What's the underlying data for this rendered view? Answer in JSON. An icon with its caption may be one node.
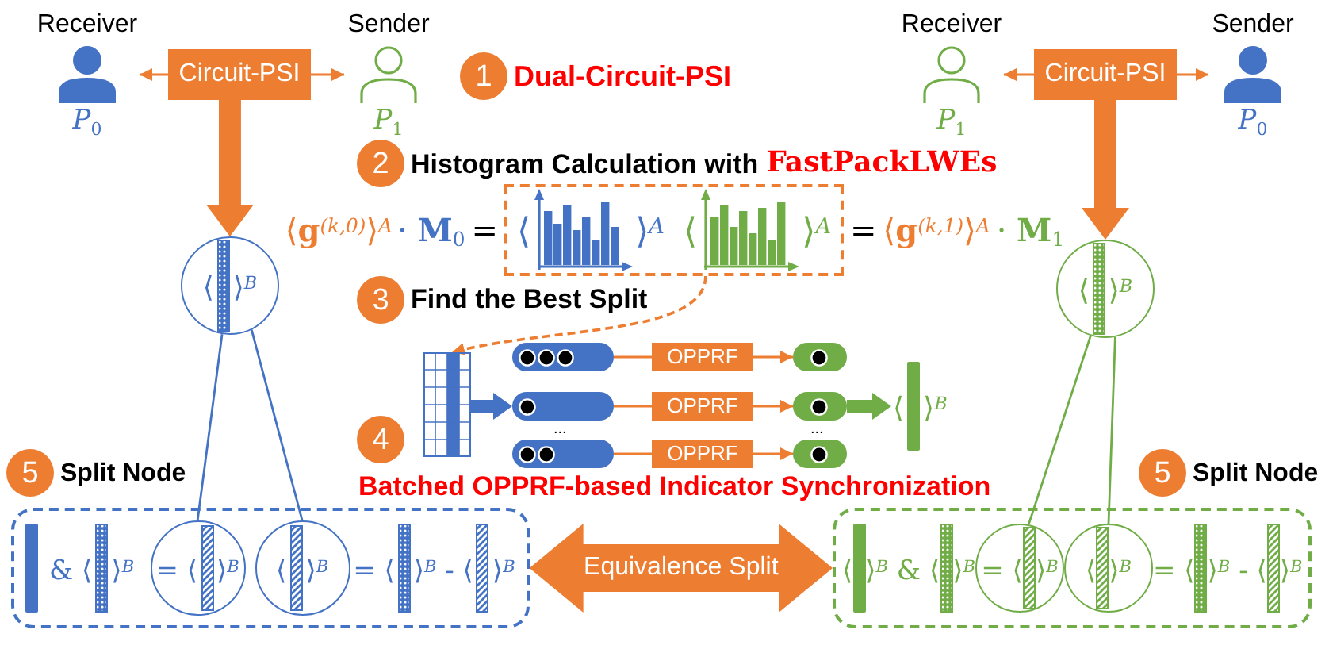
{
  "diagram": {
    "nodes": [
      {
        "text": [
          "Receiver",
          "P$_{0}$"
        ]
      },
      {
        "text": [
          "Circuit-PSI"
        ]
      },
      {
        "text": [
          "Sender",
          "P$_{1}$"
        ]
      },
      {
        "text": [
          "1"
        ],
        "beside": [
          "Dual-Circuit-PSI"
        ]
      },
      {
        "text": [
          "Receiver",
          "P$_{1}$"
        ]
      },
      {
        "text": [
          "Circuit-PSI"
        ]
      },
      {
        "text": [
          "Sender",
          "P$_{0}$"
        ]
      },
      {
        "text": [
          "2"
        ],
        "beside": [
          "Histogram Calculation with",
          "FastPackLWEs"
        ]
      },
      {
        "text": [
          "⟨",
          "⟩$^{A}$",
          "⟨",
          "⟩$^{A}$"
        ]
      },
      {
        "text": [
          "⟨",
          "⟩$^{B}$"
        ]
      },
      {
        "text": [
          "⟨",
          "⟩$^{B}$"
        ]
      },
      {
        "text": [
          "3"
        ],
        "beside": [
          "Find the Best Split"
        ]
      },
      {
        "text": [],
        "shape": "picture"
      },
      {
        "text": [],
        "shape": "box"
      },
      {
        "text": [
          "OPPRF"
        ]
      },
      {
        "text": [],
        "shape": "box"
      },
      {
        "text": [],
        "shape": "box"
      },
      {
        "text": [
          "OPPRF"
        ]
      },
      {
        "text": [],
        "shape": "box"
      },
      {
        "text": [
          "⟨",
          "⟩$^{B}$"
        ]
      },
      {
        "text": [
          "4"
        ],
        "beside": [
          "Batched OPPRF-based Indicator Synchronization"
        ]
      },
      {
        "text": [],
        "shape": "box"
      },
      {
        "text": [
          "OPPRF"
        ]
      },
      {
        "text": [],
        "shape": "box"
      },
      {
        "text": [
          "5"
        ],
        "beside": [
          "Split Node"
        ]
      },
      {
        "text": [
          "5"
        ],
        "beside": [
          "Split Node"
        ]
      },
      {
        "text": [
          "& ⟨",
          "⟩$^{B}$",
          "= ⟨",
          "⟩$^{B}$ - ⟨",
          "⟩$^{B}$"
        ]
      },
      {
        "text": [
          "= ⟨",
          "⟩$^{B}$"
        ],
        "in": 26
      },
      {
        "text": [
          "⟨",
          "⟩$^{B}$"
        ],
        "in": 26
      },
      {
        "text": [
          "⟨",
          "⟩$^{B}$ & ⟨",
          "⟩$^{B}$",
          "= ⟨",
          "⟩$^{B}$ - ⟨",
          "⟩$^{B}$"
        ]
      },
      {
        "text": [
          "= ⟨",
          "⟩$^{B}$"
        ],
        "in": 29
      },
      {
        "text": [
          "⟨",
          "⟩$^{B}$"
        ],
        "in": 29
      }
    ],
    "edges": [
      {
        "from": 1,
        "to": 0,
        "arrow": "to"
      },
      {
        "from": 1,
        "to": 2,
        "arrow": "to"
      },
      {
        "from": 5,
        "to": 4,
        "arrow": "to"
      },
      {
        "from": 5,
        "to": 6,
        "arrow": "to"
      },
      {
        "from": 1,
        "to": 9,
        "arrow": "to",
        "style": "thick"
      },
      {
        "from": 5,
        "to": 10,
        "arrow": "to",
        "style": "thick"
      },
      {
        "from": 8,
        "to": 12,
        "arrow": "to",
        "style": "dashed"
      },
      {
        "from": 12,
        "to": 16,
        "arrow": "to",
        "style": "thick",
        "color": "#4472c4"
      },
      {
        "from": 13,
        "to": 14,
        "arrow": "none"
      },
      {
        "from": 14,
        "to": 15,
        "arrow": "to"
      },
      {
        "from": 16,
        "to": 17,
        "arrow": "none"
      },
      {
        "from": 17,
        "to": 18,
        "arrow": "to"
      },
      {
        "from": 21,
        "to": 22,
        "arrow": "none"
      },
      {
        "from": 22,
        "to": 23,
        "arrow": "to"
      },
      {
        "from": 18,
        "to": 19,
        "arrow": "to",
        "style": "thick",
        "color": "#70ad47"
      },
      {
        "from": 9,
        "to": 27,
        "arrow": "none",
        "color": "#4472c4"
      },
      {
        "from": 9,
        "to": 28,
        "arrow": "none",
        "color": "#4472c4"
      },
      {
        "from": 10,
        "to": 30,
        "arrow": "none",
        "color": "#70ad47"
      },
      {
        "from": 10,
        "to": 31,
        "arrow": "none",
        "color": "#70ad47"
      },
      {
        "from": 26,
        "to": 29,
        "arrow": "both",
        "style": "thick",
        "label": "Equivalence Split"
      }
    ],
    "labels": [
      "⟨**g**$^{(k,0)}$⟩$^{A}$",
      "· **M**$_{0}$",
      "=",
      "=",
      "⟨**g**$^{(k,1)}$⟩$^{A}$",
      "· **M**$_{1}$",
      "...",
      "..."
    ]
  }
}
